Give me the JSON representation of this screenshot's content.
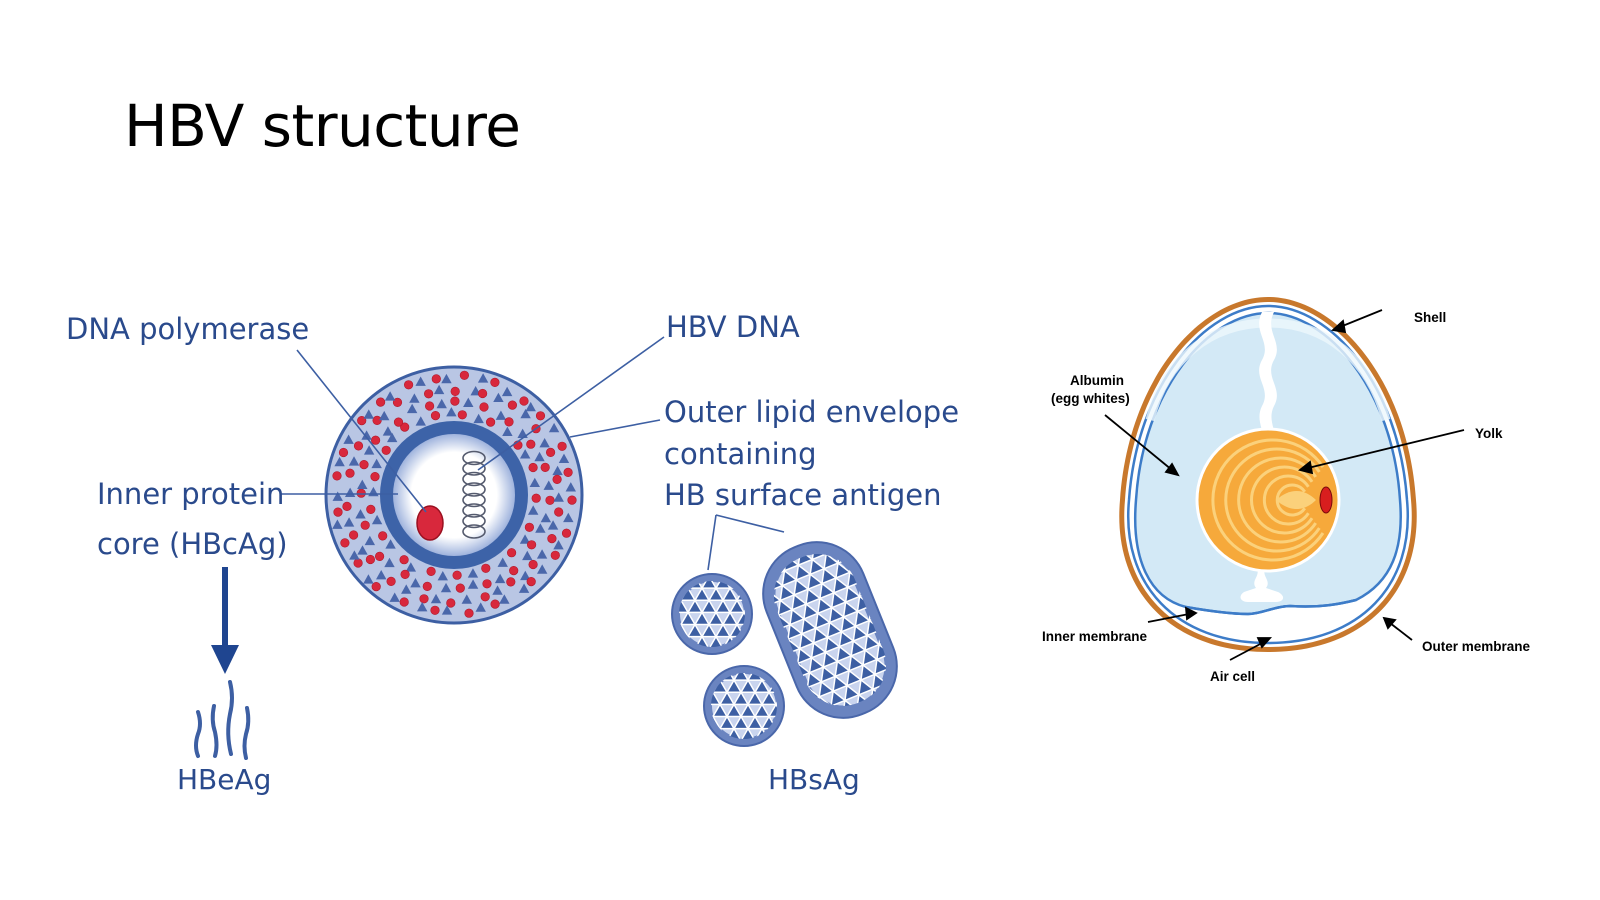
{
  "slide": {
    "title": "HBV structure"
  },
  "hbv_diagram": {
    "labels": {
      "dna_polymerase": "DNA polymerase",
      "hbv_dna": "HBV DNA",
      "outer_envelope_line1": "Outer lipid envelope",
      "outer_envelope_line2": "containing",
      "outer_envelope_line3": "HB surface antigen",
      "inner_core_line1": "Inner protein",
      "inner_core_line2": "core (HBcAg)",
      "hbeag": "HBeAg",
      "hbsag": "HBsAg"
    },
    "colors": {
      "label": "#2a4a8c",
      "envelope": "#b9c6e4",
      "triangle": "#4a67aa",
      "dot": "#d8283c",
      "core_ring": "#3d63a8",
      "polymerase": "#d8283c"
    }
  },
  "egg_diagram": {
    "labels": {
      "shell": "Shell",
      "albumin_line1": "Albumin",
      "albumin_line2": "(egg whites)",
      "yolk": "Yolk",
      "inner_membrane": "Inner membrane",
      "outer_membrane": "Outer membrane",
      "air_cell": "Air cell"
    },
    "colors": {
      "shell": "#c8782c",
      "albumin": "#d3e9f6",
      "membrane": "#3d7cc8",
      "yolk": "#f6a93b",
      "yolk_light": "#fbd17b",
      "germinal_disc": "#d81e1e"
    }
  }
}
